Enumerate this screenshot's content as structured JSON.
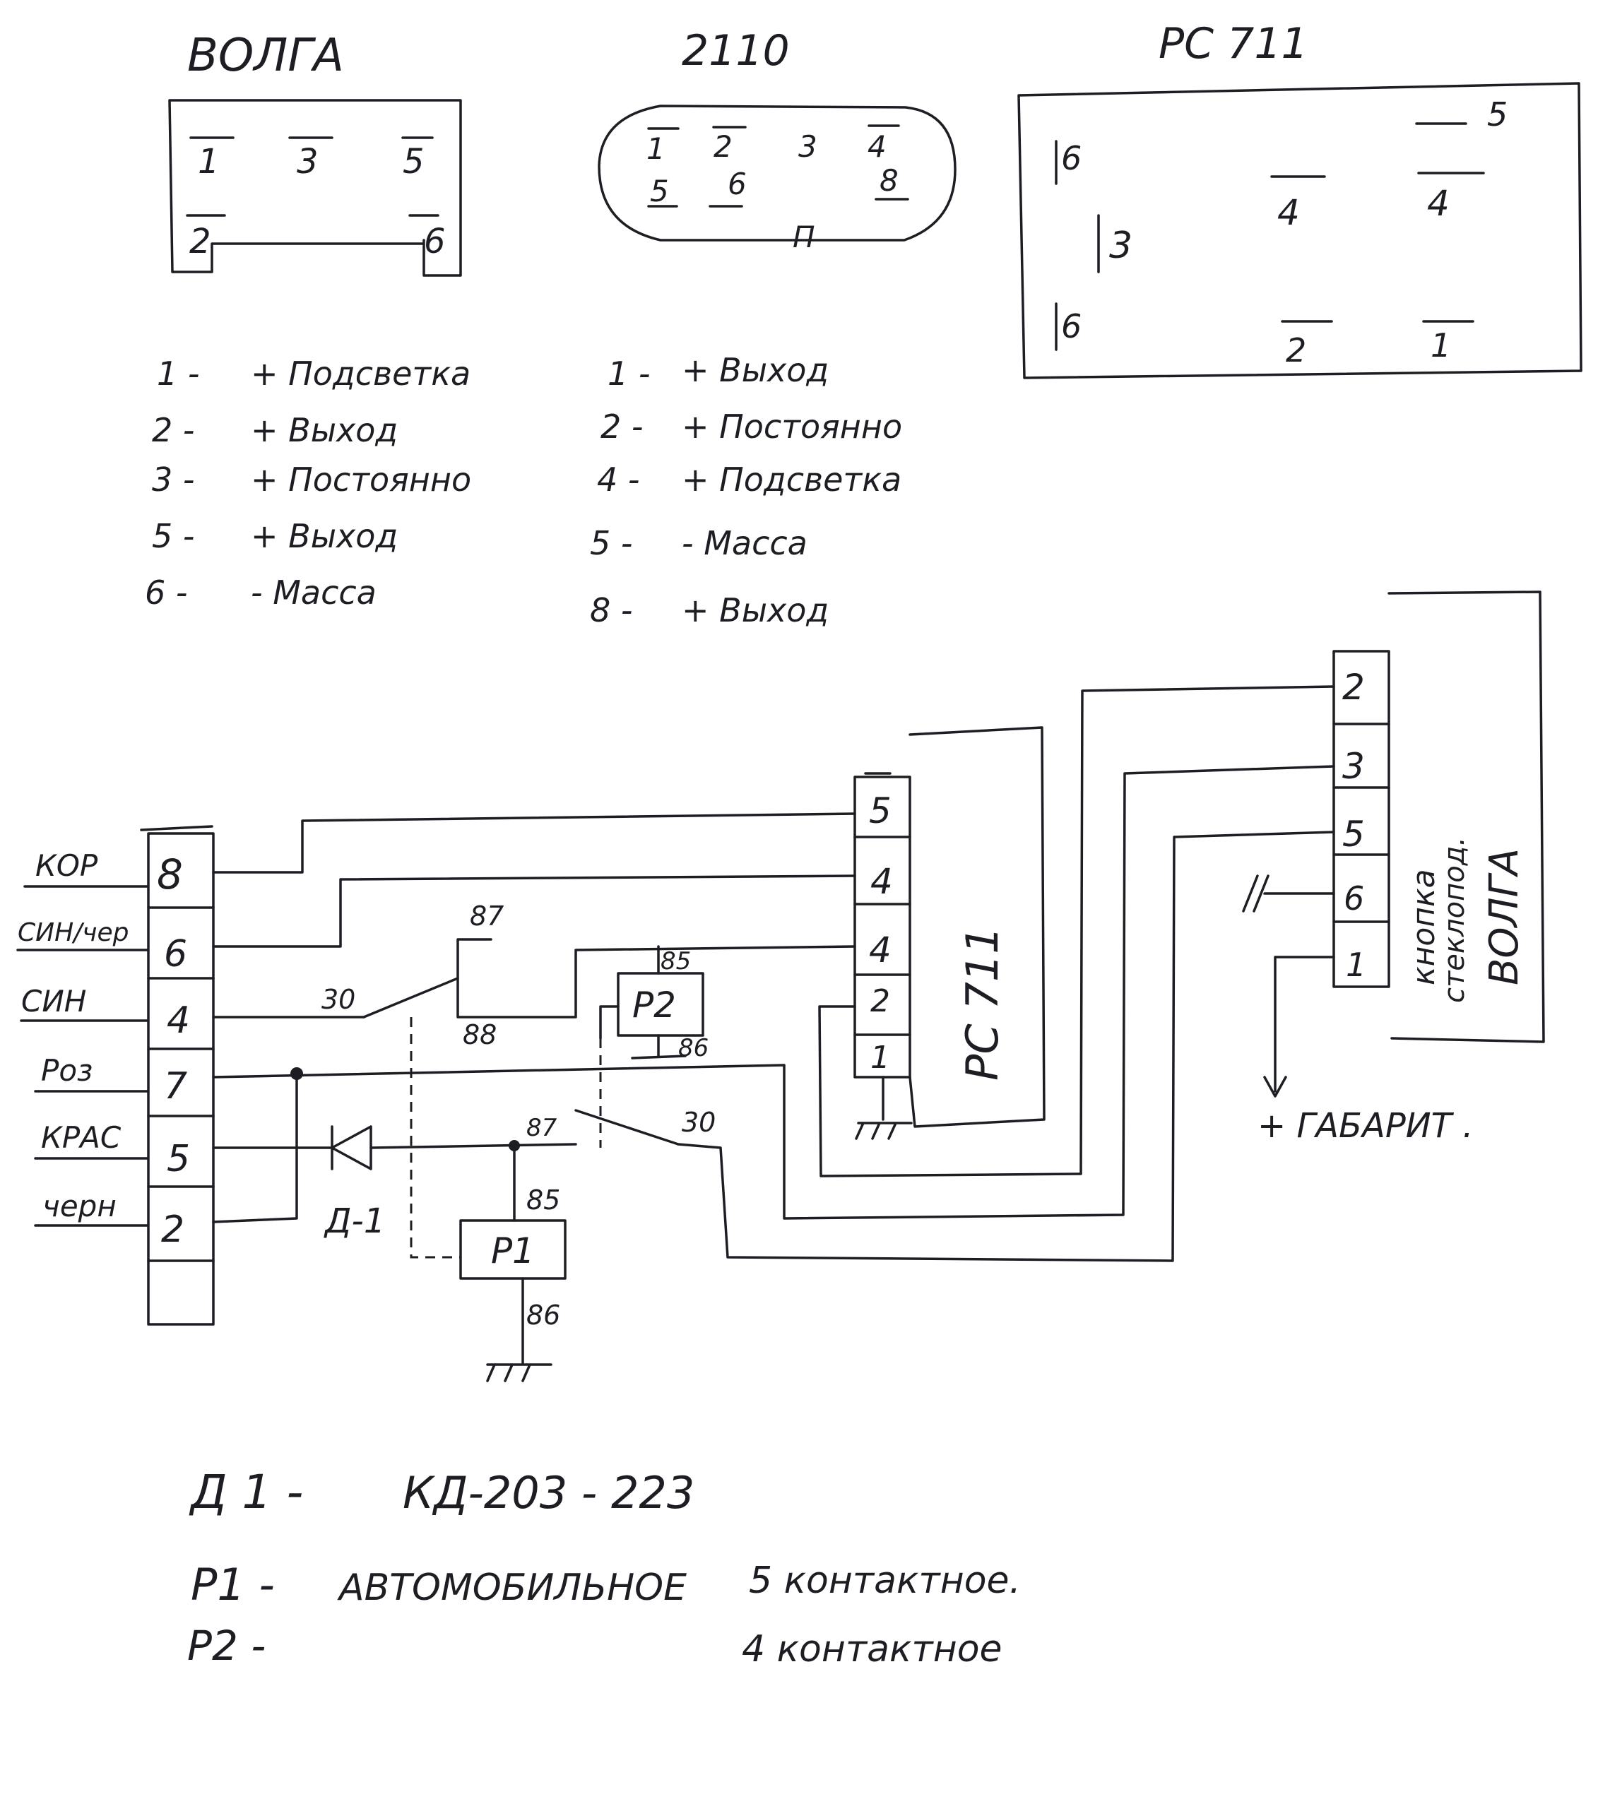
{
  "volga_connector": {
    "title": "ВОЛГА",
    "pins": [
      "1",
      "3",
      "5",
      "2",
      "6"
    ],
    "legend": [
      {
        "num": "1 -",
        "text": "+ Подсветка"
      },
      {
        "num": "2 -",
        "text": "+ Выход"
      },
      {
        "num": "3 -",
        "text": "+ Постоянно"
      },
      {
        "num": "5 -",
        "text": "+ Выход"
      },
      {
        "num": "6 -",
        "text": "- Масса"
      }
    ]
  },
  "vaz2110_connector": {
    "title": "2110",
    "pins": [
      "1",
      "2",
      "3",
      "4",
      "5",
      "6",
      "8"
    ],
    "key_mark": "П",
    "legend": [
      {
        "num": "1 -",
        "text": "+ Выход"
      },
      {
        "num": "2 -",
        "text": "+ Постоянно"
      },
      {
        "num": "4 -",
        "text": "+ Подсветка"
      },
      {
        "num": "5 -",
        "text": "- Масса"
      },
      {
        "num": "8 -",
        "text": "+ Выход"
      }
    ]
  },
  "pc711_connector": {
    "title": "PC 711",
    "pins": [
      "6",
      "3",
      "6",
      "5",
      "4",
      "4",
      "2",
      "1"
    ]
  },
  "schematic": {
    "left_connector": {
      "wires": [
        "КОР",
        "СИН/чер",
        "СИН",
        "Роз",
        "КРАС",
        "черн"
      ],
      "pins": [
        "8",
        "6",
        "4",
        "7",
        "5",
        "2"
      ]
    },
    "pc711_block": {
      "label": "PC 711",
      "pins": [
        "5",
        "4",
        "4",
        "2",
        "1"
      ]
    },
    "button_block": {
      "label_line1": "кнопка",
      "label_line2": "стеклопод.",
      "label_line3": "ВОЛГА",
      "pins": [
        "2",
        "3",
        "5",
        "6",
        "1"
      ]
    },
    "relay_p2": {
      "label": "P2",
      "contacts": [
        "87",
        "88",
        "30",
        "85",
        "86"
      ]
    },
    "relay_p1": {
      "label": "P1",
      "contacts": [
        "87",
        "30",
        "85",
        "86"
      ]
    },
    "diode": {
      "label": "Д-1"
    },
    "gabarit": "+ ГАБАРИТ ."
  },
  "notes": [
    {
      "left": "Д 1 -",
      "text": "КД-203 - 223"
    },
    {
      "left": "P1 -",
      "text": "АВТОМОБИЛЬНОЕ",
      "text2": "5 контактное."
    },
    {
      "left": "P2 -",
      "text": "",
      "text2": "4 контактное"
    }
  ],
  "colors": {
    "ink": "#1d1d24",
    "paper": "#ffffff"
  }
}
